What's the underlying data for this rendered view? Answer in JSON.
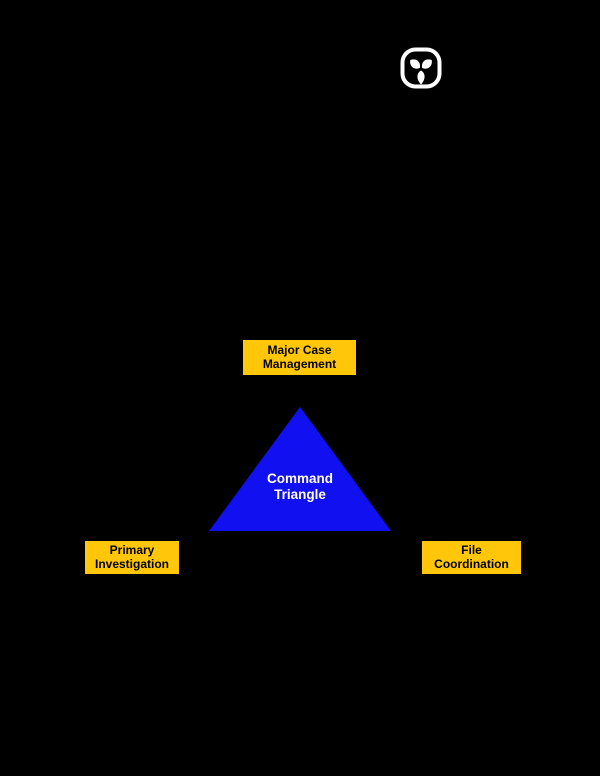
{
  "colors": {
    "page_background": "#000000",
    "box_fill": "#FFC60A",
    "box_border": "#000000",
    "box_text": "#000000",
    "triangle_fill": "#1010F0",
    "triangle_text": "#FFFFFF",
    "logo_color": "#FFFFFF"
  },
  "logo": {
    "icon": "trillium-icon"
  },
  "diagram": {
    "top_box": {
      "lines": [
        "Major Case",
        "Management"
      ]
    },
    "triangle": {
      "lines": [
        "Command",
        "Triangle"
      ]
    },
    "bottom_left_box": {
      "lines": [
        "Primary",
        "Investigation"
      ]
    },
    "bottom_right_box": {
      "lines": [
        "File",
        "Coordination"
      ]
    }
  }
}
